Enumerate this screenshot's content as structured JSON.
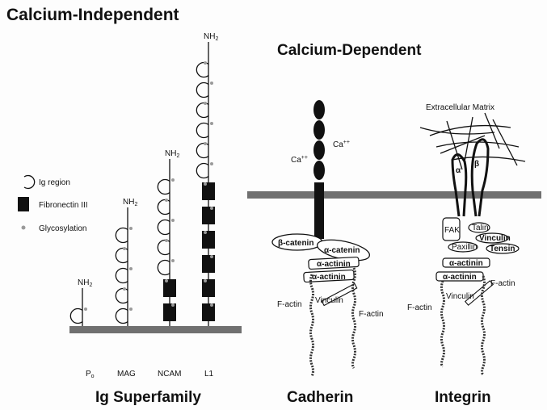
{
  "titles": {
    "calcium_independent": "Calcium-Independent",
    "calcium_dependent": "Calcium-Dependent"
  },
  "legend": {
    "ig_region": "Ig region",
    "fibronectin": "Fibronectin III",
    "glycosylation": "Glycosylation"
  },
  "ig_superfamily": {
    "members": [
      {
        "name": "Po",
        "ig": 1,
        "fn": 0
      },
      {
        "name": "MAG",
        "ig": 5,
        "fn": 0
      },
      {
        "name": "NCAM",
        "ig": 5,
        "fn": 2
      },
      {
        "name": "L1",
        "ig": 6,
        "fn": 6
      }
    ],
    "terminus": "NH",
    "subscript": "2",
    "group_label": "Ig Superfamily"
  },
  "cadherin": {
    "group_label": "Cadherin",
    "ions": "Ca",
    "ion_charge": "++",
    "beta_catenin": "β-catenin",
    "alpha_catenin": "α-catenin",
    "alpha_actinin": "α-actinin",
    "vinculin": "Vinculin",
    "f_actin": "F-actin"
  },
  "integrin": {
    "group_label": "Integrin",
    "ecm": "Extracellular Matrix",
    "alpha": "α",
    "beta": "β",
    "fak": "FAK",
    "talin": "Talin",
    "vinculin": "Vinculin",
    "paxillin": "Paxillin",
    "tensin": "Tensin",
    "alpha_actinin": "α-actinin",
    "f_actin": "F-actin"
  },
  "colors": {
    "membrane": "#707070",
    "block": "#111111",
    "glyco": "#9a9a9a"
  }
}
